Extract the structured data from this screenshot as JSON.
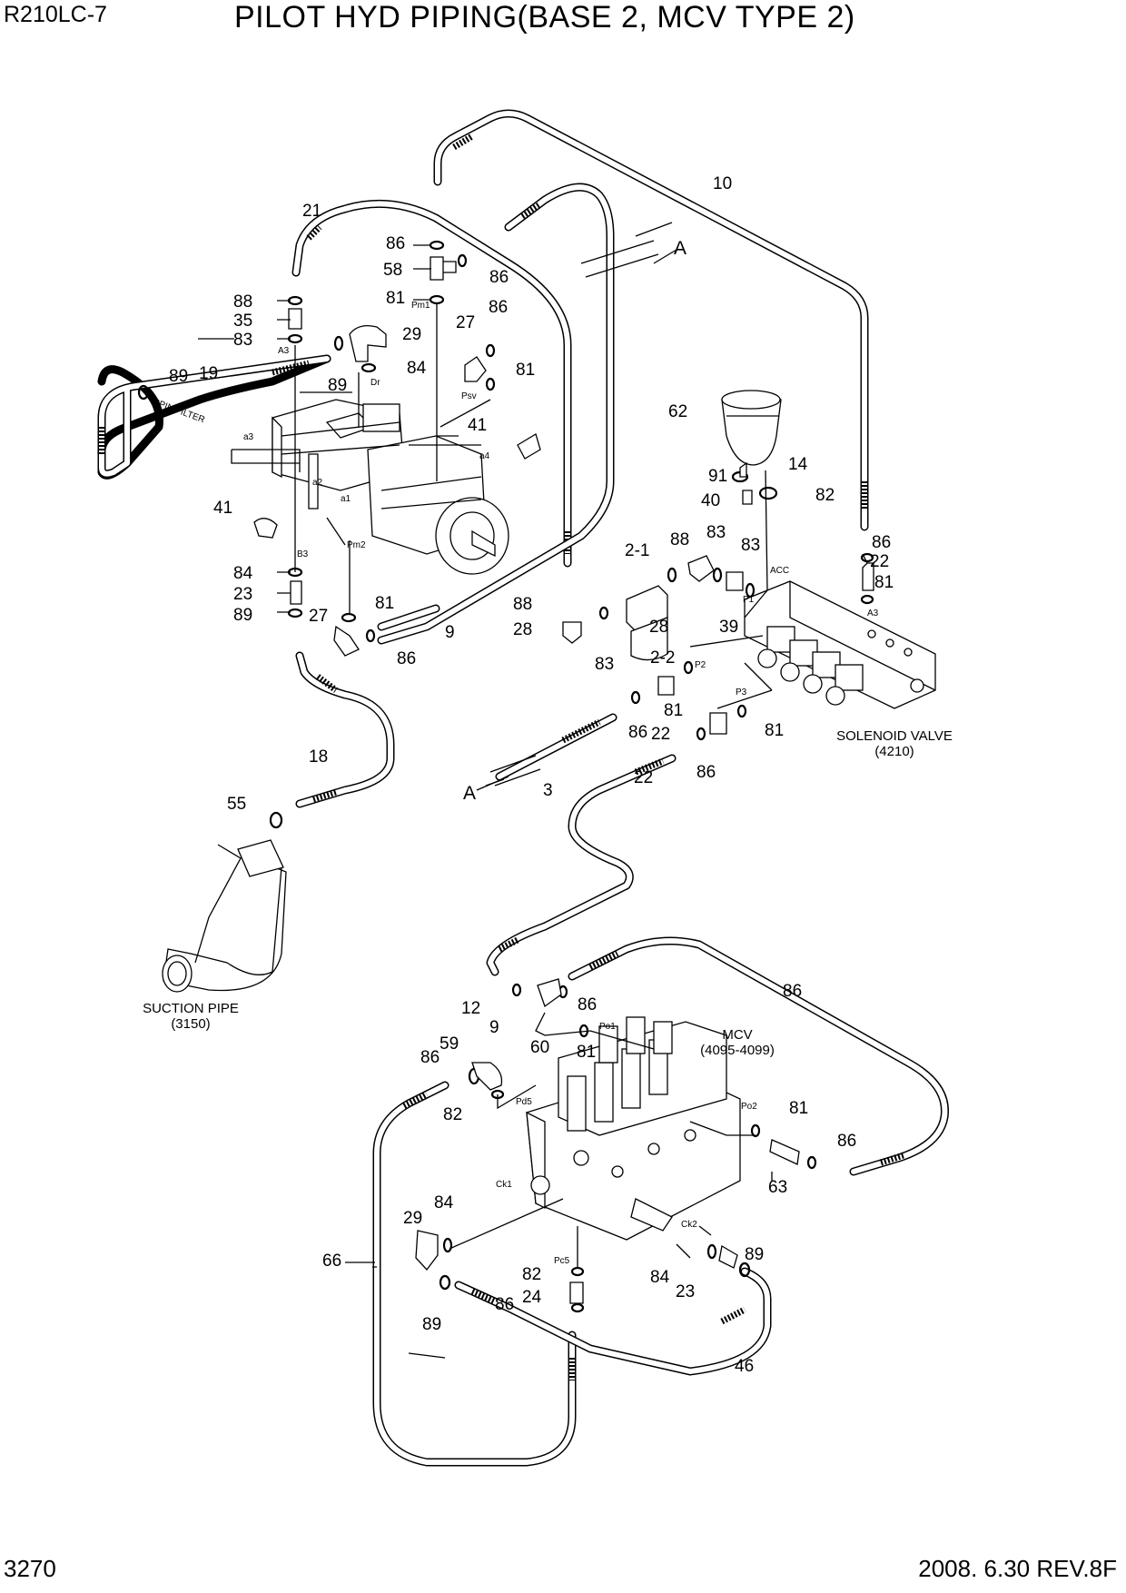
{
  "header": {
    "model": "R210LC-7",
    "title": "PILOT HYD PIPING(BASE 2, MCV TYPE 2)"
  },
  "footer": {
    "page": "3270",
    "date_rev": "2008. 6.30  REV.8F"
  },
  "assemblies": {
    "solenoid_valve": {
      "name": "SOLENOID VALVE",
      "ref": "(4210)"
    },
    "suction_pipe": {
      "name": "SUCTION PIPE",
      "ref": "(3150)"
    },
    "mcv": {
      "name": "MCV",
      "ref": "(4095-4099)"
    }
  },
  "connection_marks": {
    "a_upper": "A",
    "a_lower": "A"
  },
  "port_labels": [
    "A3",
    "a3",
    "a2",
    "a1",
    "B3",
    "Pm2",
    "Pm1",
    "Dr",
    "Psv",
    "a4",
    "ACC",
    "P1",
    "A3",
    "P2",
    "P3",
    "Po1",
    "Pd5",
    "Po2",
    "Ck1",
    "Ck2",
    "Pc5"
  ],
  "spin_filter_text": "SPIN FILTER",
  "callouts": [
    "21",
    "86",
    "58",
    "86",
    "10",
    "88",
    "81",
    "86",
    "35",
    "27",
    "29",
    "83",
    "19",
    "89",
    "89",
    "84",
    "81",
    "41",
    "62",
    "41",
    "91",
    "14",
    "40",
    "82",
    "84",
    "86",
    "23",
    "2-1",
    "88",
    "83",
    "83",
    "22",
    "89",
    "27",
    "81",
    "9",
    "88",
    "28",
    "39",
    "81",
    "86",
    "28",
    "83",
    "2-2",
    "81",
    "18",
    "86",
    "22",
    "81",
    "55",
    "3",
    "86",
    "22",
    "12",
    "86",
    "86",
    "9",
    "59",
    "60",
    "81",
    "86",
    "82",
    "81",
    "86",
    "63",
    "84",
    "29",
    "66",
    "82",
    "24",
    "86",
    "89",
    "84",
    "23",
    "89",
    "46"
  ]
}
